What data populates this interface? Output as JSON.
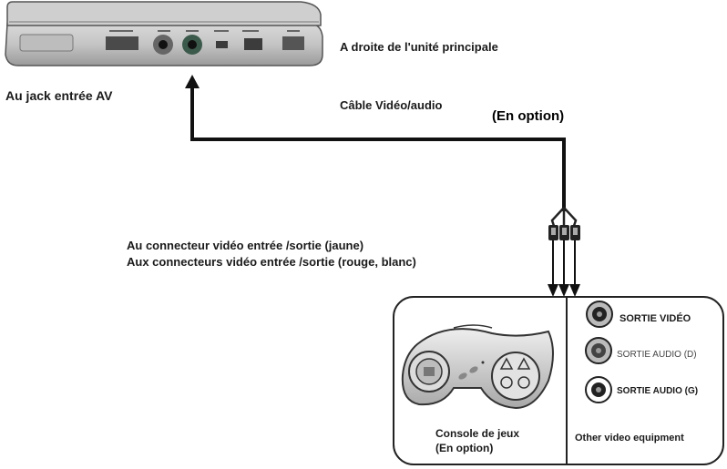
{
  "labels": {
    "main_unit_side": "A droite de l'unité principale",
    "av_jack": "Au jack entrée AV",
    "cable": "Câble Vidéo/audio",
    "cable_optional": "(En option)",
    "connector_yellow": "Au connecteur  vidéo entrée /sortie  (jaune)",
    "connectors_red_white": "Aux connecteurs  vidéo entrée /sortie (rouge, blanc)",
    "video_out": "SORTIE VIDÉO",
    "audio_out_d": "SORTIE AUDIO (D)",
    "audio_out_g": "SORTIE AUDIO (G)",
    "console_line1": "Console de jeux",
    "console_line2": "(En option)",
    "other_equipment": "Other video equipment"
  },
  "icons": [
    "dvd-player-icon",
    "gamepad-icon",
    "rca-plug-icon",
    "rca-jack-icon",
    "arrow-up-icon",
    "arrow-down-icon"
  ]
}
